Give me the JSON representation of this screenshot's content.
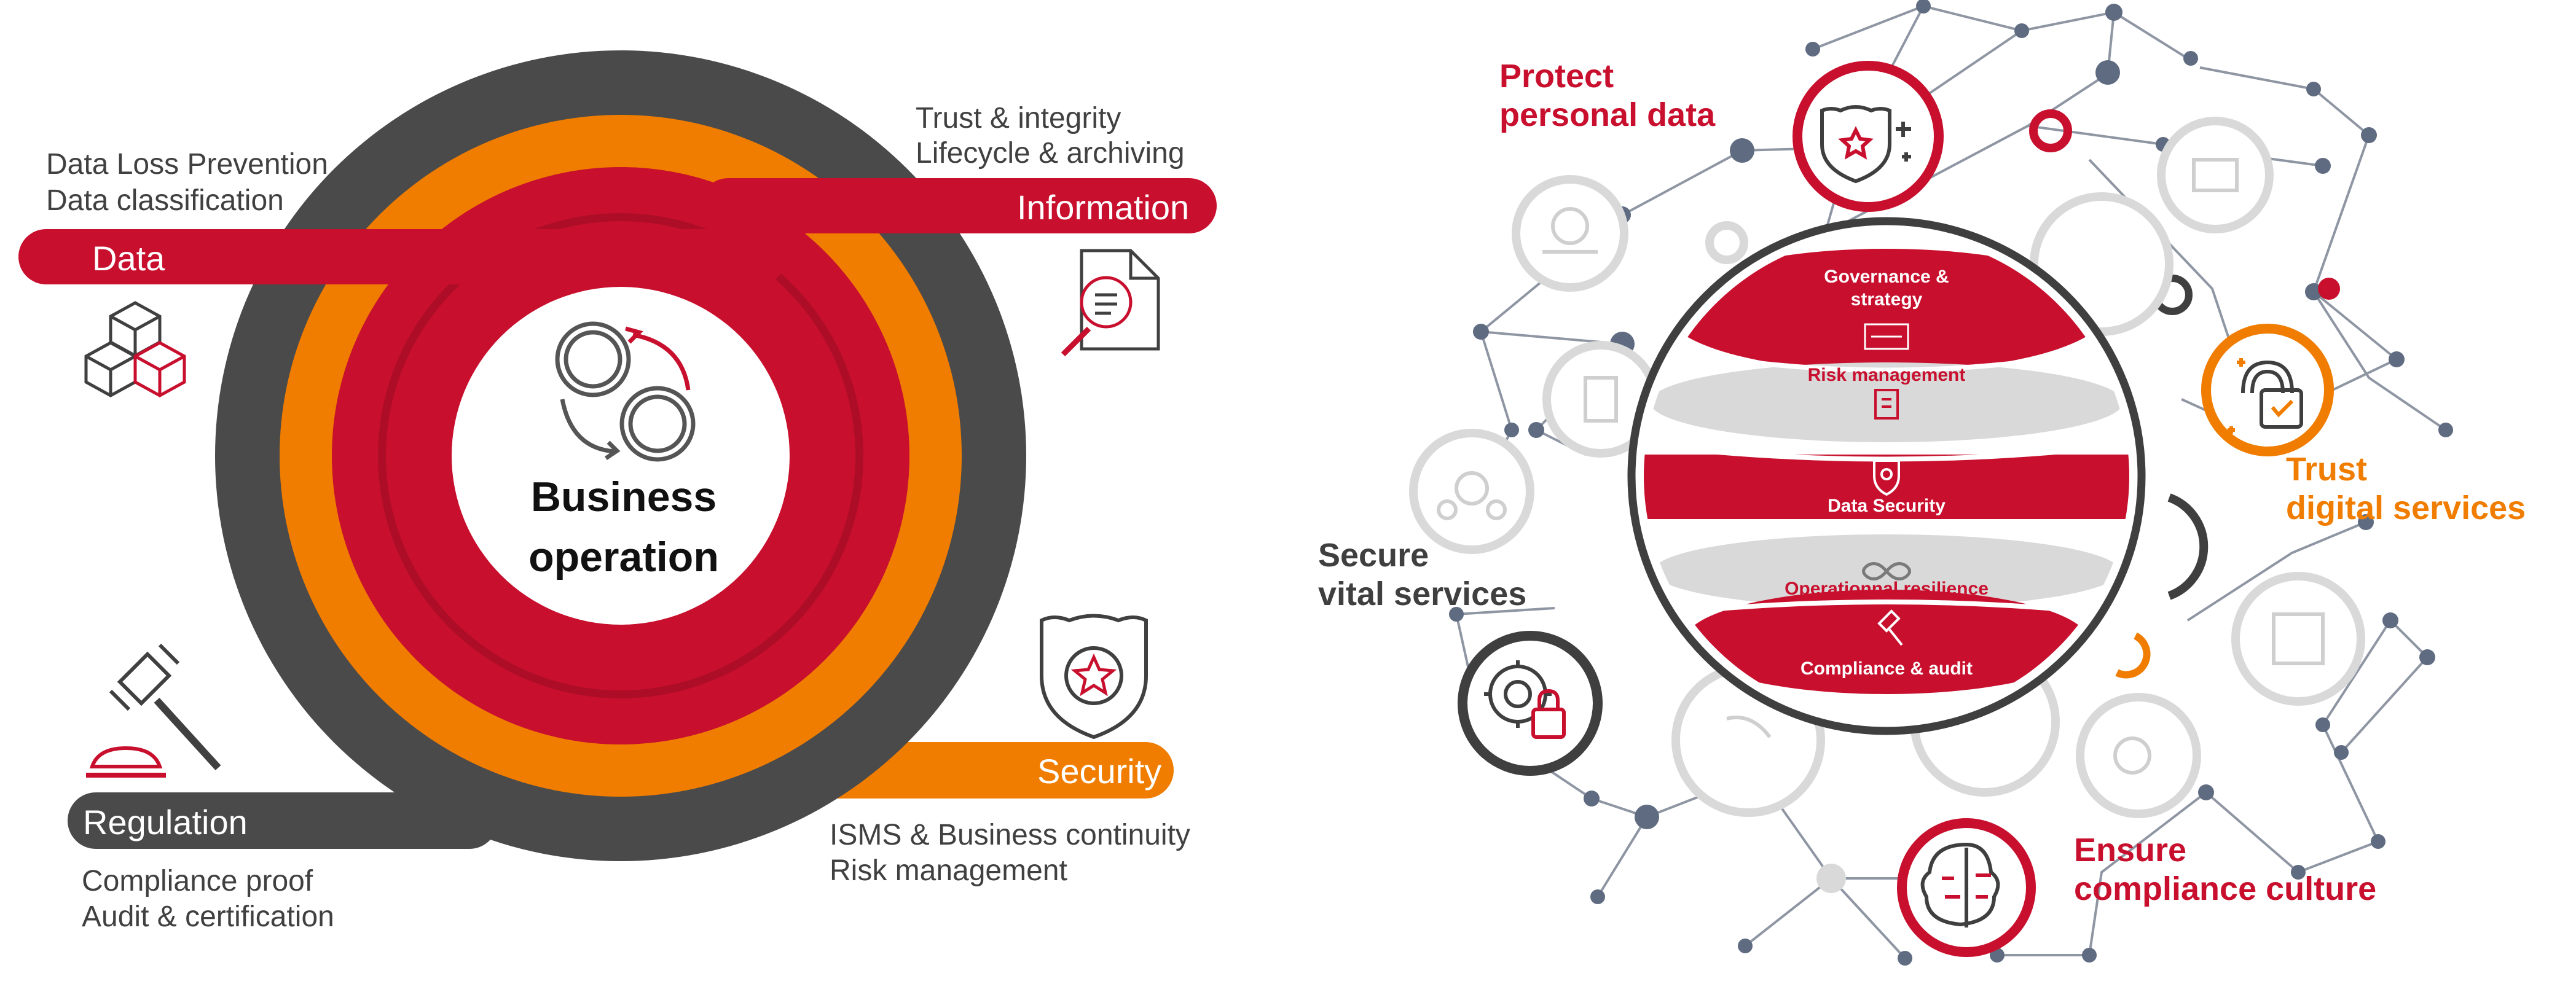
{
  "left_diagram": {
    "center": {
      "line1": "Business",
      "line2": "operation"
    },
    "data": {
      "label": "Data",
      "notes": [
        "Data Loss  Prevention",
        "Data classification"
      ],
      "icon": "cubes-icon"
    },
    "information": {
      "label": "Information",
      "notes": [
        "Trust & integrity",
        "Lifecycle  & archiving"
      ],
      "icon": "document-search-icon"
    },
    "security": {
      "label": "Security",
      "notes": [
        "ISMS & Business continuity",
        "Risk management"
      ],
      "icon": "shield-star-icon"
    },
    "regulation": {
      "label": "Regulation",
      "notes": [
        "Compliance proof",
        "Audit & certification"
      ],
      "icon": "gavel-icon"
    }
  },
  "right_diagram": {
    "globe_layers": [
      "Governance &",
      "strategy",
      "Risk management",
      "Data Security",
      "Operationnal resilience",
      "Compliance & audit"
    ],
    "outer_labels": {
      "protect": [
        "Protect",
        "personal data"
      ],
      "trust": [
        "Trust",
        "digital services"
      ],
      "secure": [
        "Secure",
        "vital services"
      ],
      "ensure": [
        "Ensure",
        "compliance culture"
      ]
    }
  },
  "colors": {
    "red": "#c8102e",
    "orange": "#f07d00",
    "dark_gray": "#4a4a4a",
    "light_gray": "#d9d9d9",
    "node_blue": "#5f6b80"
  }
}
